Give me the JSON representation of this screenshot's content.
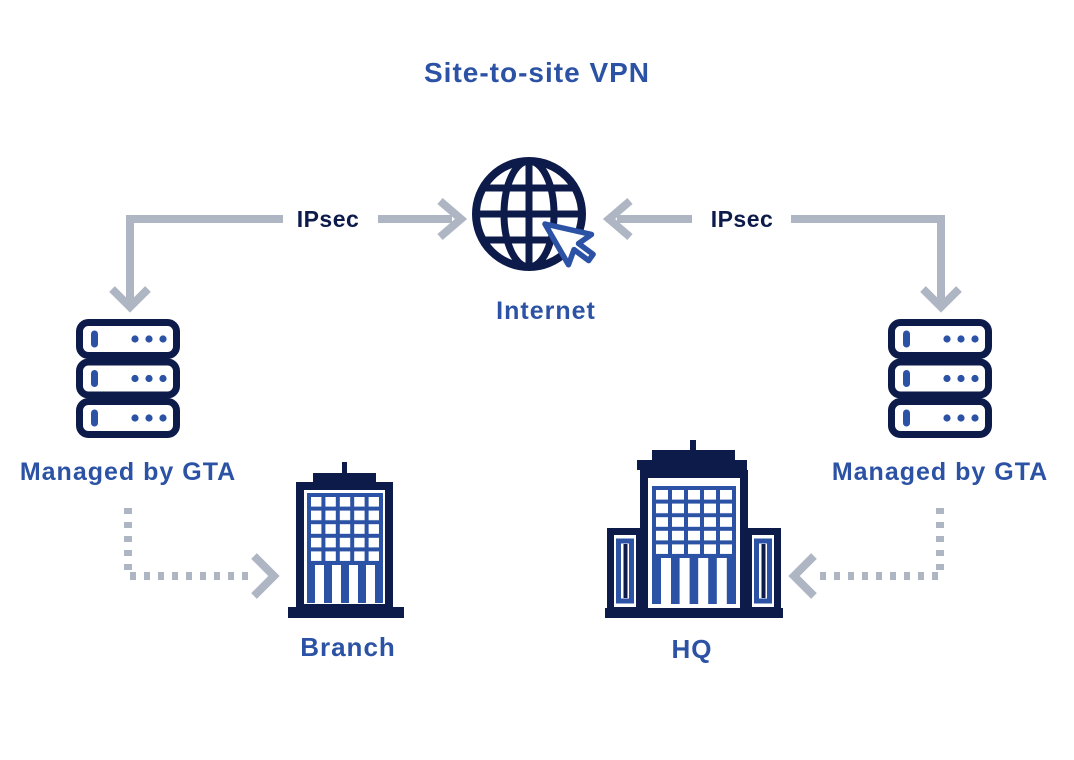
{
  "title": "Site-to-site VPN",
  "colors": {
    "navy": "#0d1b4b",
    "blue": "#2b52a4",
    "gray": "#afb6c3",
    "bg": "#ffffff"
  },
  "nodes": {
    "internet": {
      "label": "Internet",
      "icon": "globe-with-cursor-icon"
    },
    "left_gateway": {
      "label": "Managed by GTA",
      "icon": "server-stack-icon"
    },
    "right_gateway": {
      "label": "Managed by GTA",
      "icon": "server-stack-icon"
    },
    "branch": {
      "label": "Branch",
      "icon": "office-building-icon"
    },
    "hq": {
      "label": "HQ",
      "icon": "hq-building-icon"
    }
  },
  "connections": {
    "left_ipsec": {
      "label": "IPsec",
      "style": "solid-gray-elbow-arrow"
    },
    "right_ipsec": {
      "label": "IPsec",
      "style": "solid-gray-elbow-arrow"
    },
    "left_dotted": {
      "label": "",
      "style": "dotted-gray-elbow-arrow"
    },
    "right_dotted": {
      "label": "",
      "style": "dotted-gray-elbow-arrow"
    }
  }
}
